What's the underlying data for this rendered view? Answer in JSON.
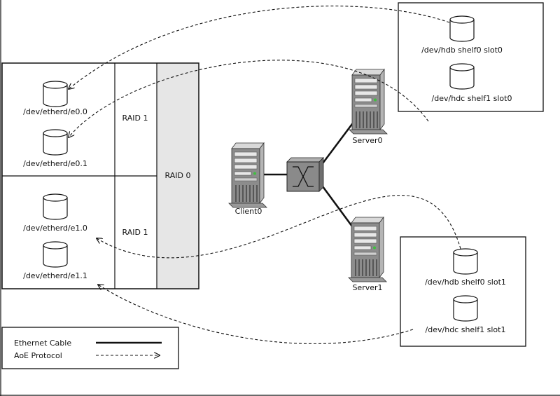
{
  "colors": {
    "stroke": "#111111",
    "raid0_fill": "#e6e6e6",
    "server_dark": "#8c8c8c",
    "server_mid": "#b5b5b5",
    "server_light": "#d9d9d9",
    "switch_fill": "#8a8a8a",
    "led_green": "#3fbf3f",
    "disk_fill": "#ffffff"
  },
  "icons": {
    "disk": "disk-cylinder-icon",
    "server": "server-tower-icon",
    "switch": "network-switch-icon"
  },
  "client": {
    "devices": [
      "/dev/etherd/e0.0",
      "/dev/etherd/e0.1",
      "/dev/etherd/e1.0",
      "/dev/etherd/e1.1"
    ]
  },
  "raid": {
    "raid1_top": "RAID 1",
    "raid1_bottom": "RAID 1",
    "raid0": "RAID 0"
  },
  "hosts": {
    "client": "Client0",
    "server0": "Server0",
    "server1": "Server1"
  },
  "server0_disks": [
    "/dev/hdb shelf0 slot0",
    "/dev/hdc shelf1 slot0"
  ],
  "server1_disks": [
    "/dev/hdb shelf0 slot1",
    "/dev/hdc shelf1 slot1"
  ],
  "legend": {
    "ethernet": "Ethernet Cable",
    "aoe": "AoE Protocol"
  }
}
